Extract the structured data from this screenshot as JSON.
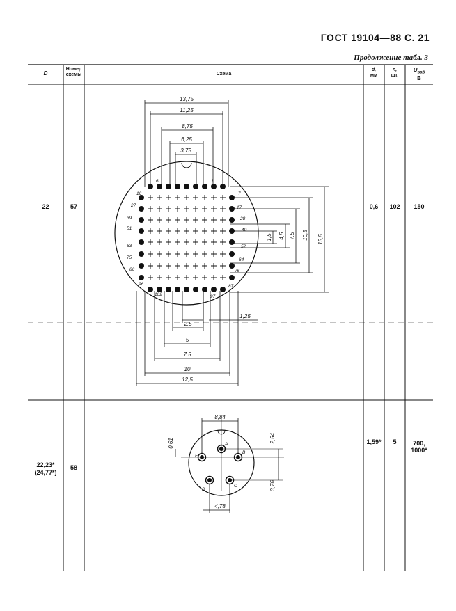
{
  "header": {
    "standard": "ГОСТ  19104—88  С. 21",
    "continuation": "Продолжение табл. 3"
  },
  "table": {
    "columns": {
      "d_label": "D",
      "scheme_no_label": "Номер схемы",
      "scheme_label": "Схема",
      "d_small_label": "d,",
      "d_small_unit": "мм",
      "n_label": "n,",
      "n_unit": "шт.",
      "u_label": "U",
      "u_sub": "раб",
      "u_unit": "В"
    },
    "rows": [
      {
        "D": "22",
        "scheme_no": "57",
        "d": "0,6",
        "n": "102",
        "u": "150",
        "dims_top": [
          "13,75",
          "11,25",
          "8,75",
          "6,25",
          "3,75"
        ],
        "dims_bottom": [
          "1,25",
          "2,5",
          "5",
          "7,5",
          "10",
          "12,5"
        ],
        "dims_right": [
          "1,5",
          "4,5",
          "7,5",
          "10,5",
          "13,5"
        ],
        "pins_left": [
          "6",
          "16",
          "27",
          "39",
          "51",
          "63",
          "75",
          "86",
          "96",
          "102"
        ],
        "pins_right": [
          "1",
          "7",
          "17",
          "28",
          "40",
          "52",
          "64",
          "76",
          "87",
          "97"
        ]
      },
      {
        "D": "22,23*",
        "D2": "(24,77*)",
        "scheme_no": "58",
        "d": "1,59*",
        "n": "5",
        "u": "700,",
        "u2": "1000*",
        "dim_top": "8,84",
        "dim_left": "0,61",
        "dim_right1": "2,54",
        "dim_right2": "3,76",
        "dim_bottom": "4,78",
        "pins": [
          "A",
          "B",
          "C",
          "D",
          "E"
        ]
      }
    ]
  }
}
